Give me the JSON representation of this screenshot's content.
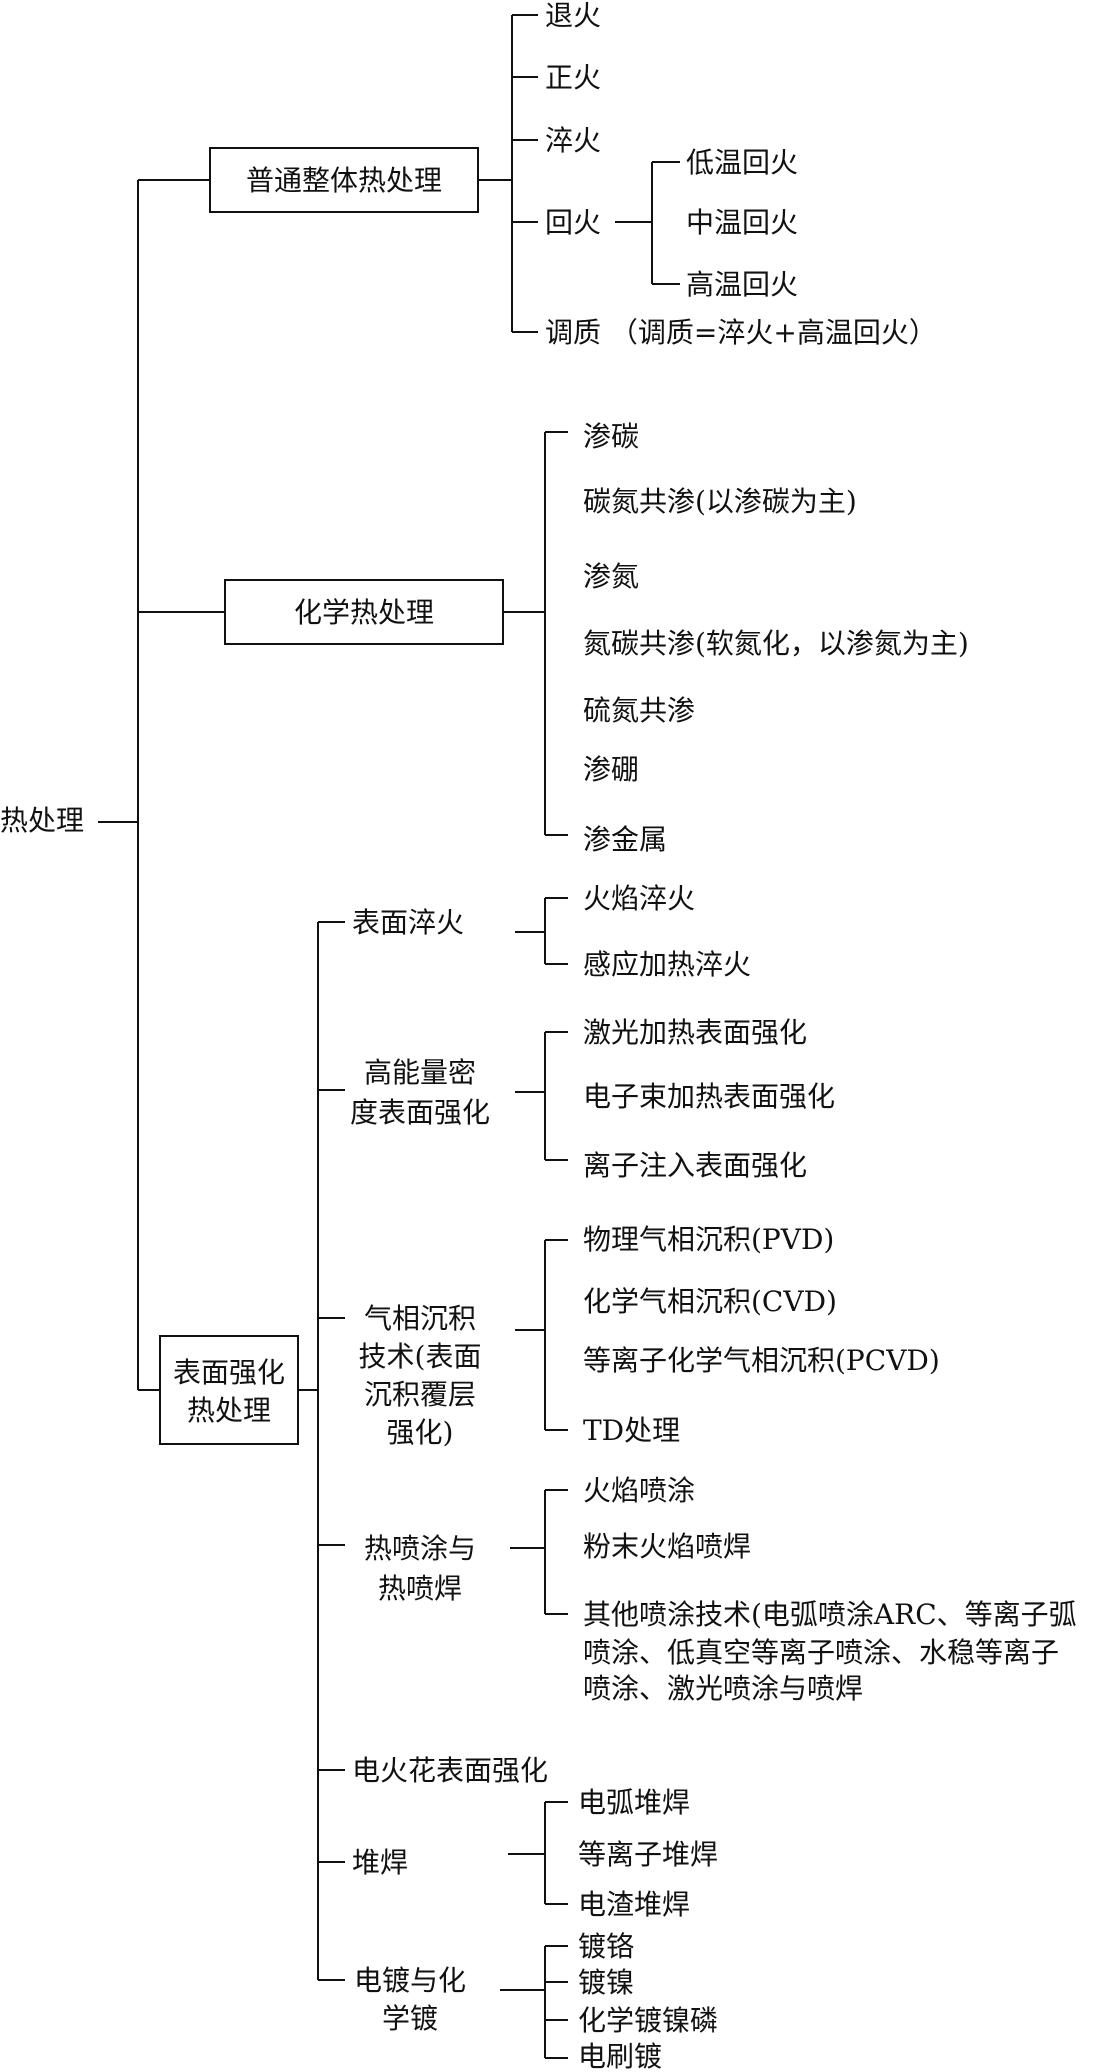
{
  "root": "热处理",
  "groups": {
    "normal": {
      "label": "普通整体热处理",
      "items": [
        "退火",
        "正火",
        "淬火",
        "回火",
        "调质 （调质=淬火+高温回火）"
      ],
      "tempering_types": [
        "低温回火",
        "中温回火",
        "高温回火"
      ]
    },
    "chemical": {
      "label": "化学热处理",
      "items": [
        "渗碳",
        "碳氮共渗(以渗碳为主)",
        "渗氮",
        "氮碳共渗(软氮化，以渗氮为主)",
        "硫氮共渗",
        "渗硼",
        "渗金属"
      ]
    },
    "surface": {
      "label_lines": [
        "表面强化",
        "热处理"
      ],
      "subgroups": [
        {
          "label_lines": [
            "表面淬火"
          ],
          "items": [
            "火焰淬火",
            "感应加热淬火"
          ]
        },
        {
          "label_lines": [
            "高能量密",
            "度表面强化"
          ],
          "items": [
            "激光加热表面强化",
            "电子束加热表面强化",
            "离子注入表面强化"
          ]
        },
        {
          "label_lines": [
            "气相沉积",
            "技术(表面",
            "沉积覆层",
            "强化)"
          ],
          "items": [
            "物理气相沉积(PVD)",
            "化学气相沉积(CVD)",
            "等离子化学气相沉积(PCVD)",
            "TD处理"
          ]
        },
        {
          "label_lines": [
            "热喷涂与",
            "热喷焊"
          ],
          "items": [
            "火焰喷涂",
            "粉末火焰喷焊"
          ],
          "extra_lines": [
            "其他喷涂技术(电弧喷涂ARC、等离子弧",
            "喷涂、低真空等离子喷涂、水稳等离子",
            "喷涂、激光喷涂与喷焊"
          ]
        },
        {
          "label_lines": [
            "电火花表面强化"
          ],
          "items": []
        },
        {
          "label_lines": [
            "堆焊"
          ],
          "items": [
            "电弧堆焊",
            "等离子堆焊",
            "电渣堆焊"
          ]
        },
        {
          "label_lines": [
            "电镀与化",
            "学镀"
          ],
          "items": [
            "镀铬",
            "镀镍",
            "化学镀镍磷",
            "电刷镀"
          ]
        }
      ]
    }
  }
}
